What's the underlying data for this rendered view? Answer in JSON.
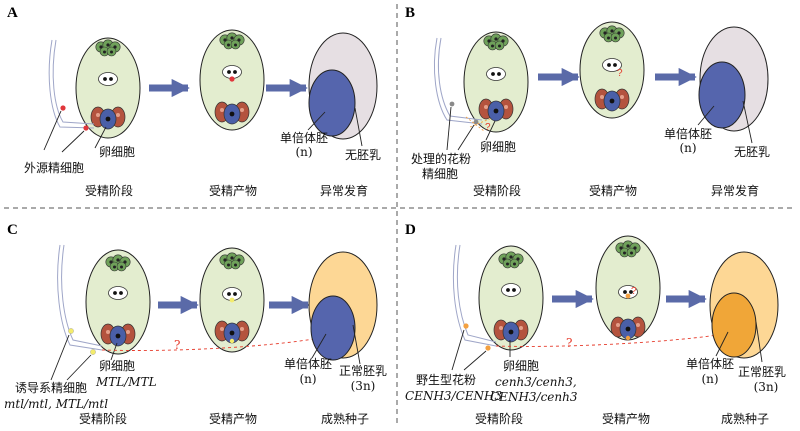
{
  "panels": {
    "A": {
      "letter": "A",
      "stage_labels": [
        "受精阶段",
        "受精产物",
        "异常发育"
      ],
      "pollen_label": "外源精细胞",
      "egg_label": "卵细胞",
      "embryo_label": "单倍体胚",
      "ploidy": "(n)",
      "endosperm_label": "无胚乳"
    },
    "B": {
      "letter": "B",
      "stage_labels": [
        "受精阶段",
        "受精产物",
        "异常发育"
      ],
      "pollen_label_1": "处理的花粉",
      "pollen_label_2": "精细胞",
      "egg_label": "卵细胞",
      "embryo_label": "单倍体胚",
      "ploidy": "(n)",
      "endosperm_label": "无胚乳"
    },
    "C": {
      "letter": "C",
      "stage_labels": [
        "受精阶段",
        "受精产物",
        "成熟种子"
      ],
      "pollen_label": "诱导系精细胞",
      "pollen_genotype": "mtl/mtl, MTL/mtl",
      "egg_label": "卵细胞",
      "egg_genotype": "MTL/MTL",
      "embryo_label": "单倍体胚",
      "embryo_ploidy": "(n)",
      "endosperm_label": "正常胚乳",
      "endosperm_ploidy": "(3n)",
      "question": "?"
    },
    "D": {
      "letter": "D",
      "stage_labels": [
        "受精阶段",
        "受精产物",
        "成熟种子"
      ],
      "pollen_label": "野生型花粉",
      "pollen_genotype": "CENH3/CENH3",
      "egg_label": "卵细胞",
      "egg_genotype_1": "cenh3/cenh3,",
      "egg_genotype_2": "CENH3/cenh3",
      "embryo_label": "单倍体胚",
      "embryo_ploidy": "(n)",
      "endosperm_label": "正常胚乳",
      "endosperm_ploidy": "(3n)",
      "question": "?"
    }
  },
  "colors": {
    "ovule_fill": "#e3edcf",
    "antipodal": "#6fa15a",
    "central_nuclei": "#ffffff",
    "egg_cell": "#4a5fa8",
    "synergid": "#b4533e",
    "arrow": "#5a6aa8",
    "embryo_blue": "#5565ad",
    "embryo_orange": "#f0a638",
    "endosperm_none": "#e6dfe3",
    "endosperm_normal": "#fdd795",
    "pollen_tube": "#9fa6c8",
    "sperm_red": "#e0363b",
    "sperm_yellow": "#f4ec6c",
    "sperm_orange": "#f3a040",
    "sperm_gray": "#8a8a8a",
    "question_red": "#e63a2a",
    "divider": "#555555"
  }
}
